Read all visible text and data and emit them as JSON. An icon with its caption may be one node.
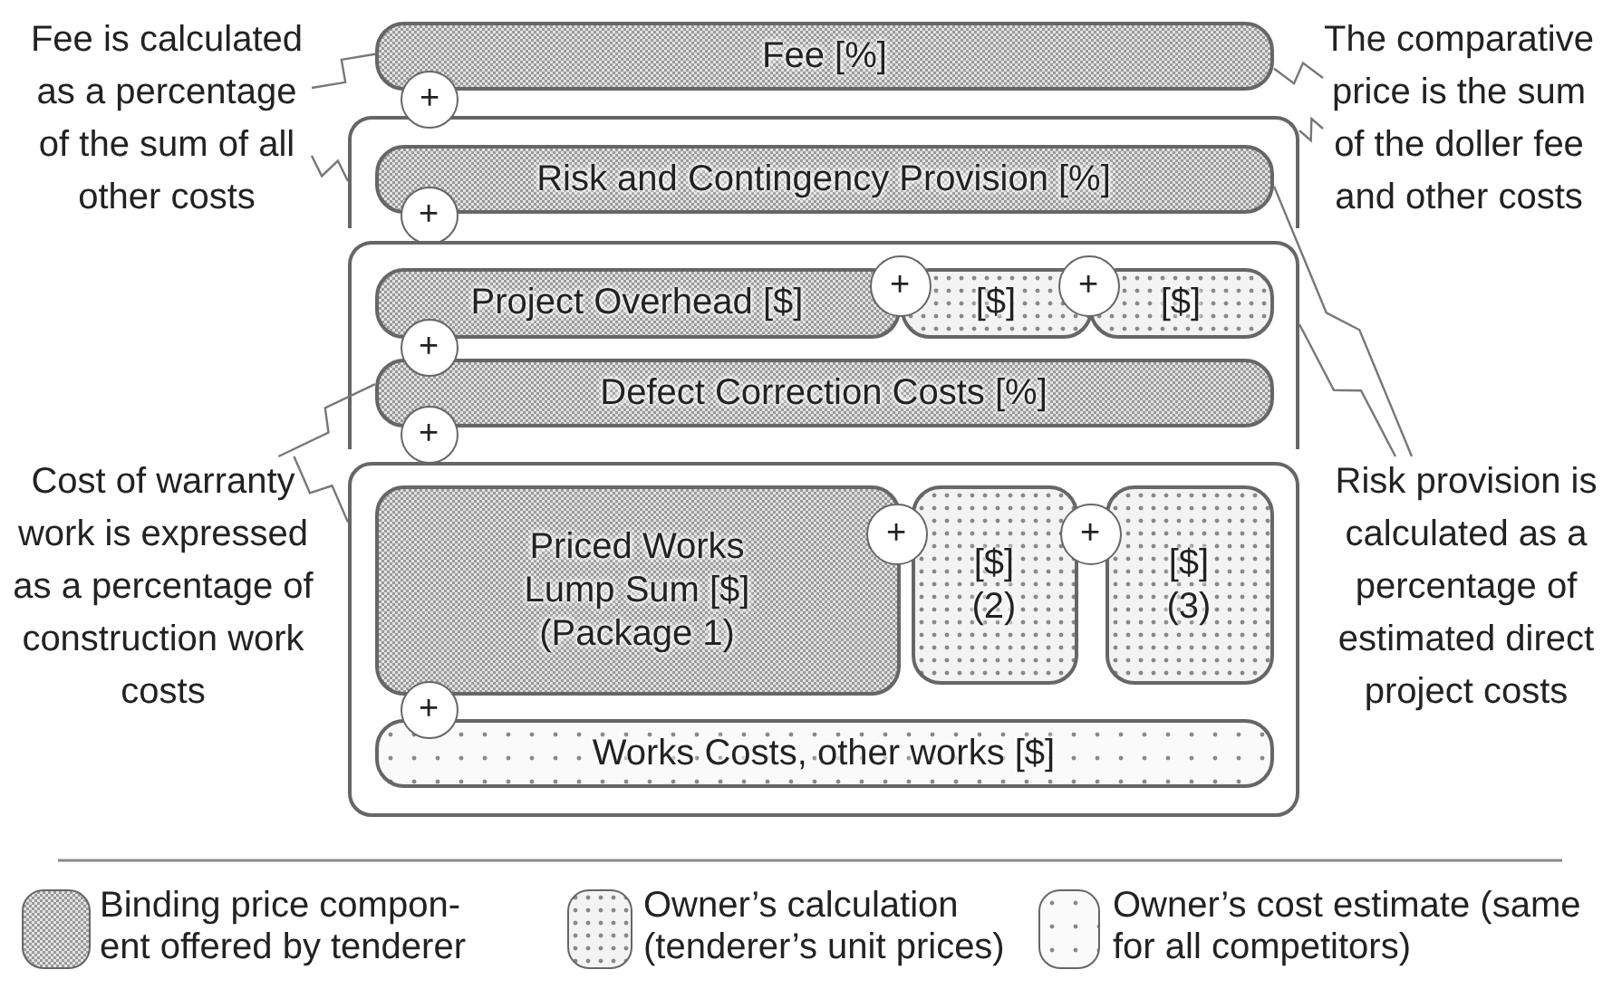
{
  "diagram": {
    "nodes": [
      {
        "text": [
          "Fee [%]"
        ]
      },
      {
        "text": [
          "+"
        ]
      },
      {
        "text": [],
        "shape": "box"
      },
      {
        "text": [
          "Risk and Contingency Provision [%]"
        ],
        "in": 2
      },
      {
        "text": [
          "+"
        ],
        "in": 2
      },
      {
        "text": [],
        "shape": "box"
      },
      {
        "text": [
          "Project Overhead [$]"
        ],
        "in": 5
      },
      {
        "text": [
          "+"
        ],
        "in": 5
      },
      {
        "text": [
          "[$]"
        ],
        "in": 5
      },
      {
        "text": [
          "+"
        ],
        "in": 5
      },
      {
        "text": [
          "[$]"
        ],
        "in": 5
      },
      {
        "text": [
          "+"
        ],
        "in": 5
      },
      {
        "text": [
          "Defect Correction Costs [%]"
        ],
        "in": 5
      },
      {
        "text": [
          "+"
        ],
        "in": 5
      },
      {
        "text": [],
        "shape": "box"
      },
      {
        "text": [
          "Priced Works Lump Sum [$] (Package 1)"
        ],
        "in": 14
      },
      {
        "text": [
          "+"
        ],
        "in": 14
      },
      {
        "text": [
          "[$] (2)"
        ],
        "in": 14
      },
      {
        "text": [
          "+"
        ],
        "in": 14
      },
      {
        "text": [
          "[$] (3)"
        ],
        "in": 14
      },
      {
        "text": [
          "+"
        ],
        "in": 14
      },
      {
        "text": [
          "Works Costs, other works [$]"
        ],
        "in": 14
      },
      {
        "text": [
          "Fee is calculated as a percentage of the sum of all other costs"
        ]
      },
      {
        "text": [
          "The comparative price is the sum of the doller fee and other costs"
        ]
      },
      {
        "text": [
          "Cost of warranty work is expressed as a percentage of construction work costs"
        ]
      },
      {
        "text": [
          "Risk provision is calculated as a percentage of estimated direct project costs"
        ]
      }
    ],
    "edges": [
      {
        "from": 22,
        "to": 0,
        "arrow": "none"
      },
      {
        "from": 22,
        "to": 2,
        "arrow": "none"
      },
      {
        "from": 23,
        "to": 0,
        "arrow": "none"
      },
      {
        "from": 23,
        "to": 2,
        "arrow": "none"
      },
      {
        "from": 24,
        "to": 12,
        "arrow": "none"
      },
      {
        "from": 24,
        "to": 14,
        "arrow": "none"
      },
      {
        "from": 25,
        "to": 3,
        "arrow": "none"
      },
      {
        "from": 25,
        "to": 5,
        "arrow": "none"
      }
    ],
    "legend": [
      {
        "text": "Binding price compon- ent offered by tenderer"
      },
      {
        "text": "Owner’s calculation (tenderer’s unit prices)"
      },
      {
        "text": "Owner’s cost estimate (same for all competitors)"
      }
    ]
  }
}
